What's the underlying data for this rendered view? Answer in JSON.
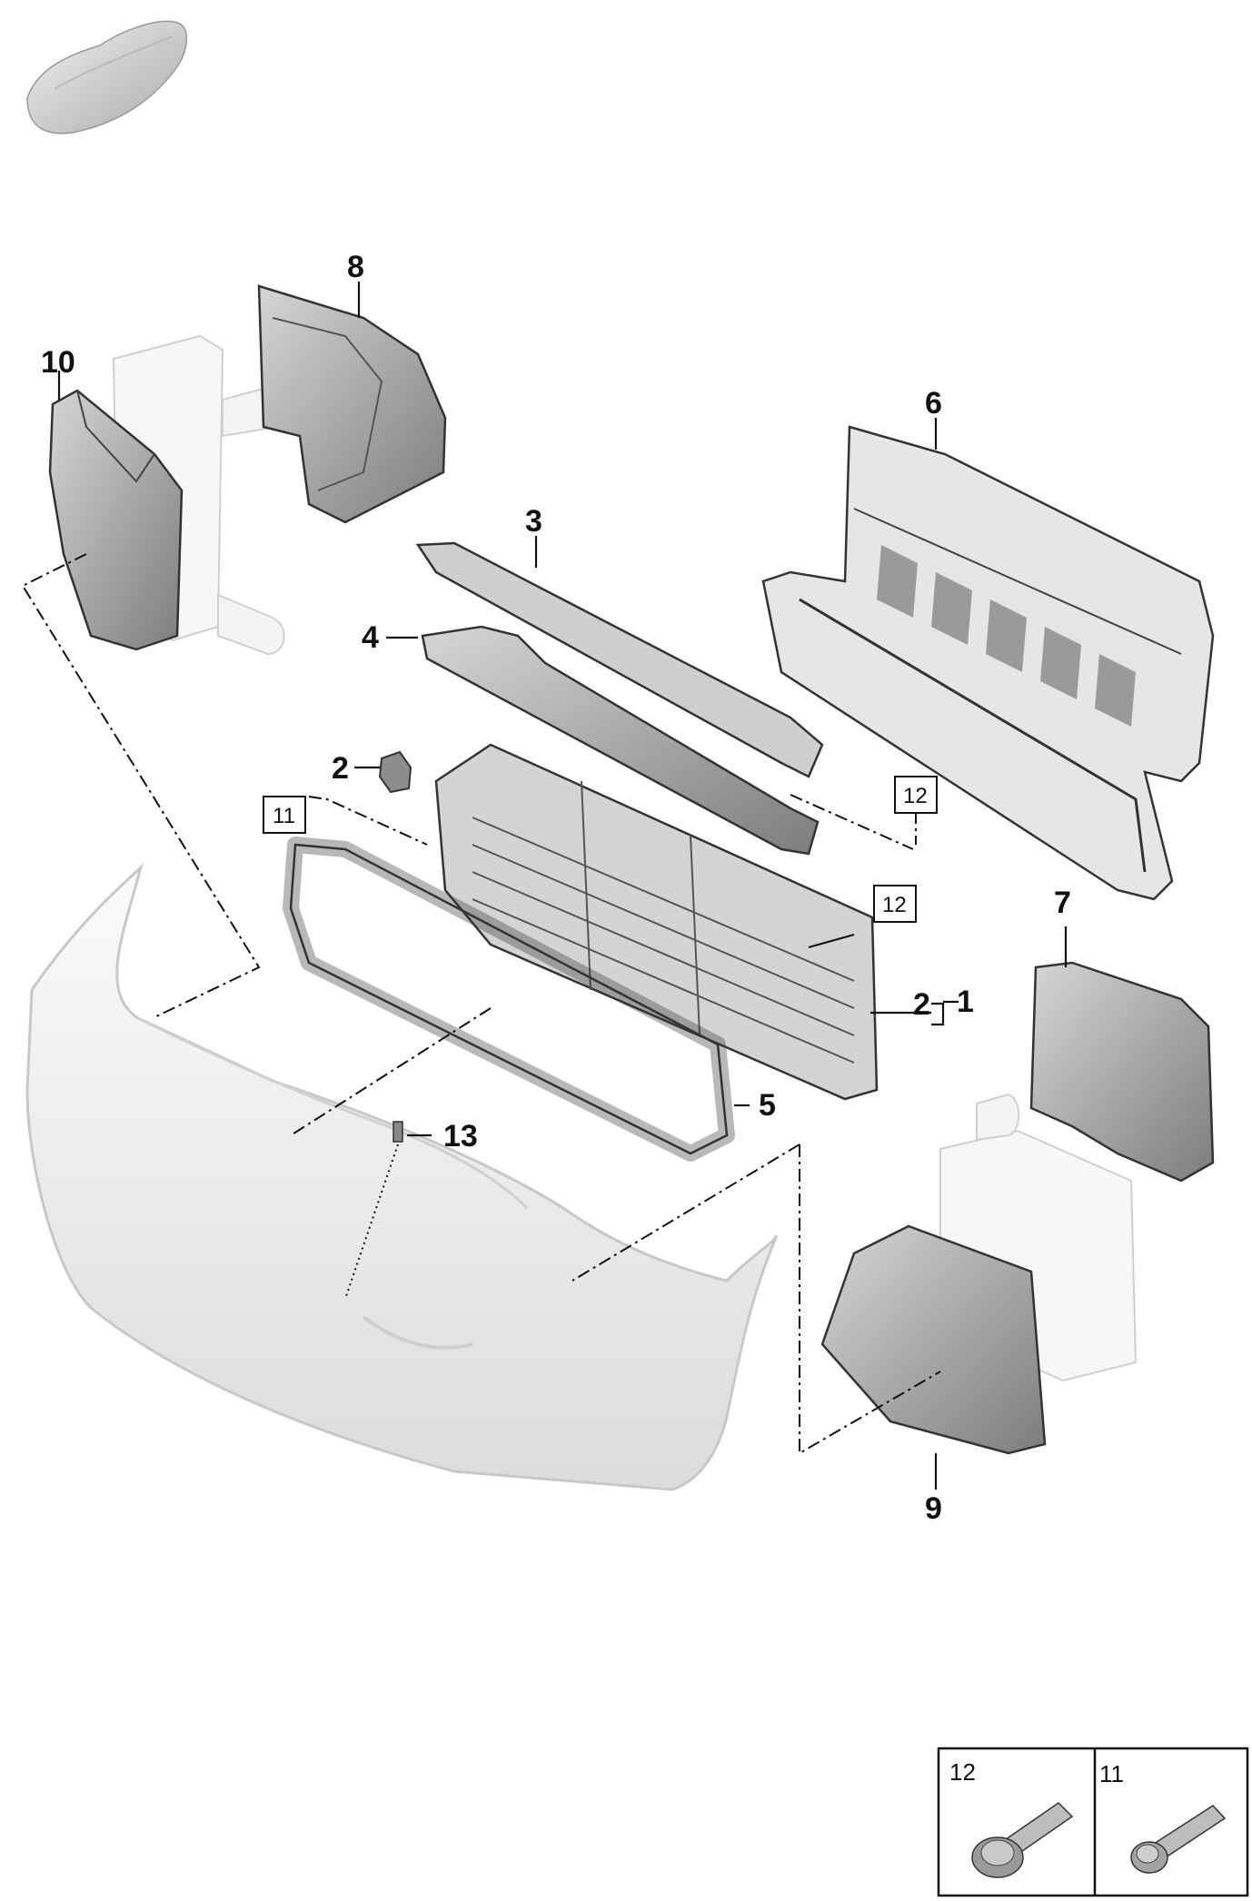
{
  "callouts": {
    "c1": "1",
    "c2a": "2",
    "c2b": "2",
    "c3": "3",
    "c4": "4",
    "c5": "5",
    "c6": "6",
    "c7": "7",
    "c8": "8",
    "c9": "9",
    "c10": "10",
    "c13": "13"
  },
  "boxed_refs": {
    "b11": "11",
    "b12a": "12",
    "b12b": "12"
  },
  "legend": {
    "left_label": "12",
    "right_label": "11"
  },
  "icons": {
    "vehicle": "car-silhouette-icon",
    "bolt_12": "flange-bolt-icon",
    "bolt_11": "hex-bolt-icon"
  }
}
